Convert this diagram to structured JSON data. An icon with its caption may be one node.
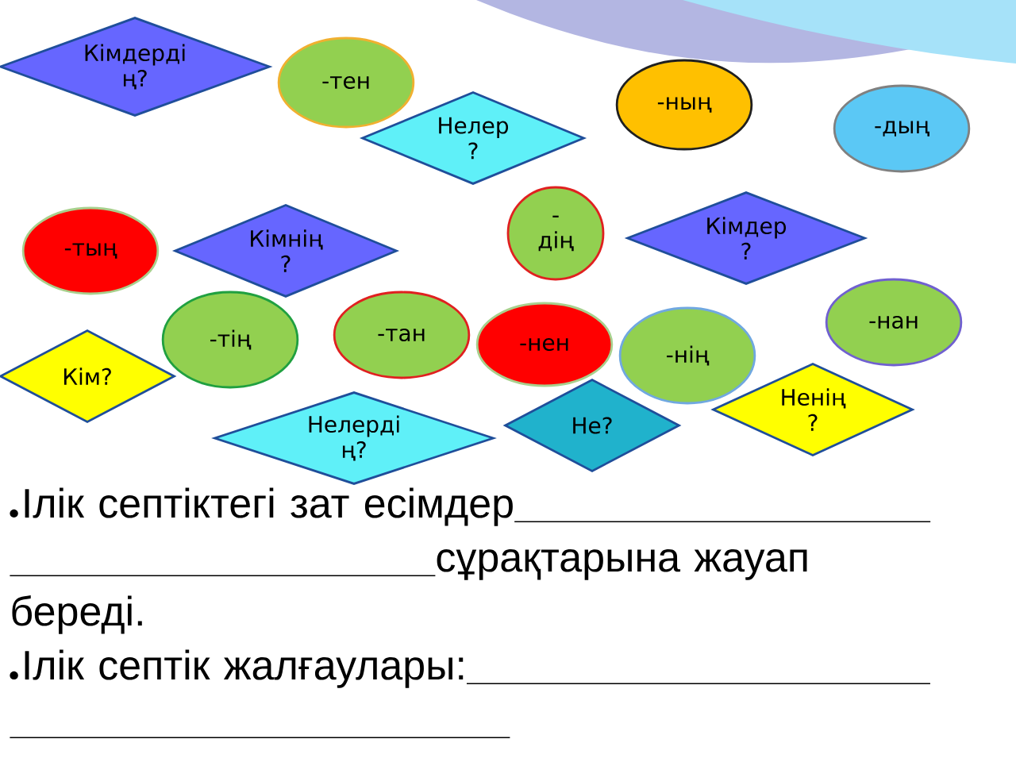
{
  "diagram": {
    "nodes": [
      {
        "text": [
          "Кімдерді ң?"
        ]
      },
      {
        "text": [
          "-тен"
        ]
      },
      {
        "text": [
          "Нелер ?"
        ]
      },
      {
        "text": [
          "-ның"
        ]
      },
      {
        "text": [
          "-дың"
        ]
      },
      {
        "text": [
          "-тың"
        ]
      },
      {
        "text": [
          "Кімнің ?"
        ]
      },
      {
        "text": [
          "- дің"
        ]
      },
      {
        "text": [
          "Кімдер ?"
        ]
      },
      {
        "text": [
          "-тің"
        ]
      },
      {
        "text": [
          "-тан"
        ]
      },
      {
        "text": [
          "-нен"
        ]
      },
      {
        "text": [
          "-нан"
        ]
      },
      {
        "text": [
          "-нің"
        ]
      },
      {
        "text": [
          "Кім?"
        ]
      },
      {
        "text": [
          "Ненің ?"
        ]
      },
      {
        "text": [
          "Не?"
        ]
      },
      {
        "text": [
          "Нелерді ң?"
        ]
      }
    ],
    "labels": [
      "Ілік септіктегі зат есімдер",
      "сұрақтарына жауап береді.",
      "Ілік септік жалғаулары:"
    ]
  }
}
